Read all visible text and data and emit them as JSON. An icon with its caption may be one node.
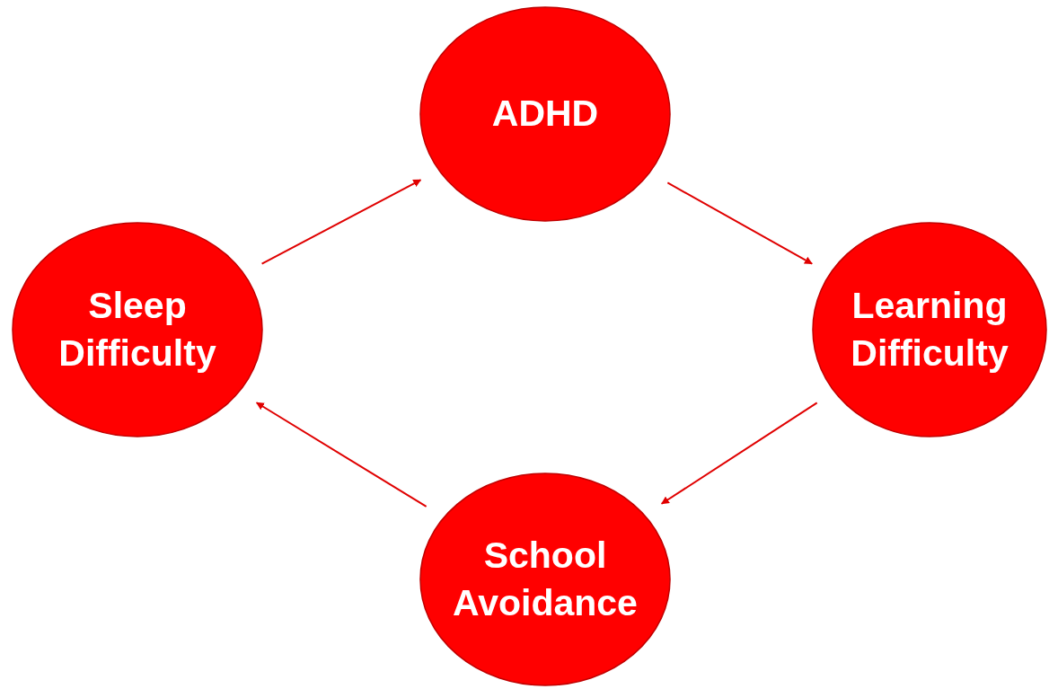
{
  "diagram": {
    "nodes": [
      {
        "text": [
          "ADHD"
        ]
      },
      {
        "text": [
          "Learning Difficulty"
        ]
      },
      {
        "text": [
          "School Avoidance"
        ]
      },
      {
        "text": [
          "Sleep Difficulty"
        ]
      }
    ],
    "edges": [
      {
        "from": 0,
        "to": 1,
        "arrow": "to"
      },
      {
        "from": 1,
        "to": 2,
        "arrow": "to"
      },
      {
        "from": 2,
        "to": 3,
        "arrow": "to"
      },
      {
        "from": 3,
        "to": 0,
        "arrow": "to"
      }
    ]
  }
}
